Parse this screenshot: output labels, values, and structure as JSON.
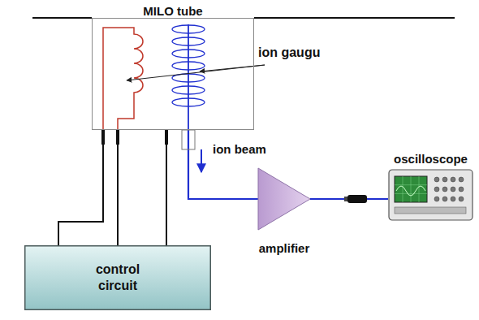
{
  "diagram": {
    "nodes": [
      {
        "text": [
          "MILO tube"
        ]
      },
      {
        "text": [
          "amplifier"
        ]
      },
      {
        "text": [
          "oscilloscope"
        ]
      },
      {
        "text": [
          "control circuit"
        ]
      }
    ],
    "edges": [
      {
        "from": 3,
        "to": 0,
        "arrow": "none"
      },
      {
        "from": 3,
        "to": 0,
        "arrow": "none"
      },
      {
        "from": 3,
        "to": 0,
        "arrow": "none"
      },
      {
        "from": 0,
        "to": 1,
        "arrow": "none"
      },
      {
        "from": 1,
        "to": 2,
        "arrow": "none"
      }
    ],
    "labels": [
      "ion gaugu",
      "ion beam"
    ]
  }
}
